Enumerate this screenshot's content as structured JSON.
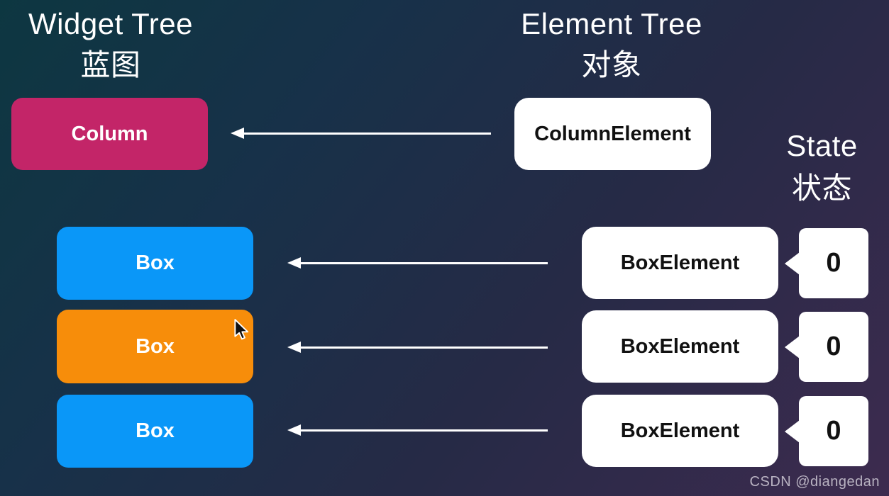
{
  "headers": {
    "widget_tree": {
      "title": "Widget Tree",
      "subtitle": "蓝图"
    },
    "element_tree": {
      "title": "Element Tree",
      "subtitle": "对象"
    },
    "state": {
      "title": "State",
      "subtitle": "状态"
    }
  },
  "widget_tree": {
    "column": {
      "label": "Column",
      "color": "#c32568"
    },
    "boxes": [
      {
        "label": "Box",
        "color": "#0a97f8"
      },
      {
        "label": "Box",
        "color": "#f78d0a"
      },
      {
        "label": "Box",
        "color": "#0a97f8"
      }
    ]
  },
  "element_tree": {
    "column_element": {
      "label": "ColumnElement"
    },
    "box_elements": [
      {
        "label": "BoxElement"
      },
      {
        "label": "BoxElement"
      },
      {
        "label": "BoxElement"
      }
    ]
  },
  "states": [
    {
      "value": "0"
    },
    {
      "value": "0"
    },
    {
      "value": "0"
    }
  ],
  "watermark": "CSDN @diangedan",
  "colors": {
    "arrow": "#ffffff",
    "element_bg": "#ffffff",
    "background_top_left": "#0d3741",
    "background_bottom_right": "#3d2b4f",
    "text_light": "#ffffff",
    "text_dark": "#111111"
  }
}
